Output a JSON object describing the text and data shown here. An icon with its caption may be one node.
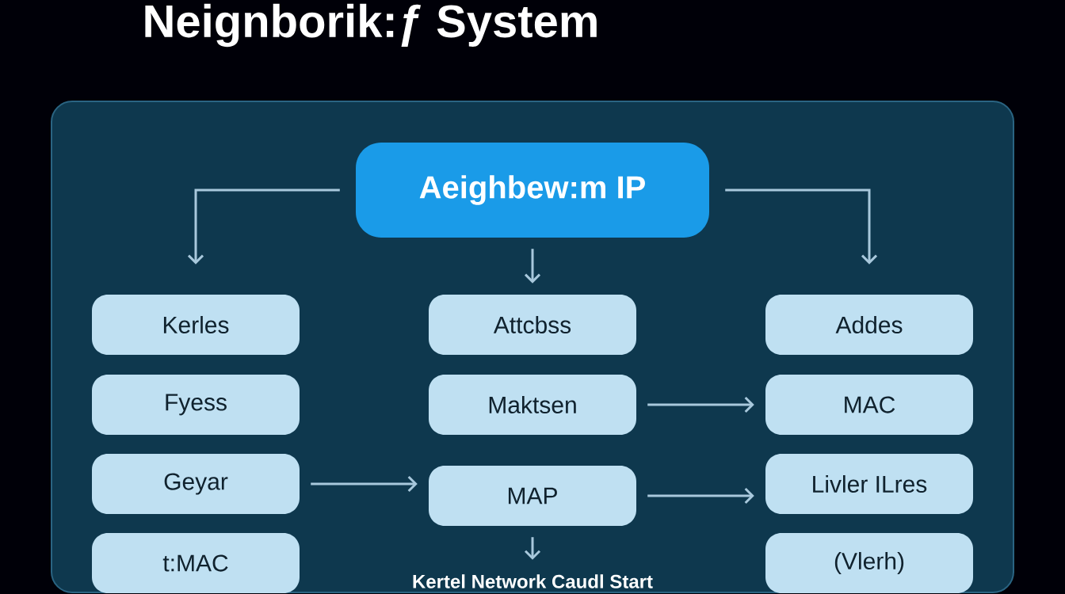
{
  "diagram": {
    "title": "Neignborik:ƒ System",
    "nodes": [
      {
        "text": [],
        "shape": "box"
      },
      {
        "text": [
          "Aeighbew:m IP"
        ],
        "in": 0
      },
      {
        "text": [
          "Kerles"
        ],
        "in": 0
      },
      {
        "text": [
          "Attcbss"
        ],
        "in": 0
      },
      {
        "text": [
          "Addes"
        ],
        "in": 0
      },
      {
        "text": [
          "Fyess"
        ],
        "in": 0
      },
      {
        "text": [
          "Maktsen"
        ],
        "in": 0
      },
      {
        "text": [
          "MAC"
        ],
        "in": 0
      },
      {
        "text": [
          "Geyar"
        ],
        "in": 0
      },
      {
        "text": [
          "MAP"
        ],
        "in": 0
      },
      {
        "text": [
          "Livler ILres"
        ],
        "in": 0
      },
      {
        "text": [
          "t:MAC"
        ],
        "in": 0
      },
      {
        "text": [
          "(Vlerh)"
        ],
        "in": 0
      },
      {
        "text": [
          "Kertel Network Caudl Start"
        ],
        "in": 0
      }
    ],
    "edges": [
      {
        "from": 1,
        "to": 2,
        "arrow": "to"
      },
      {
        "from": 1,
        "to": 3,
        "arrow": "to"
      },
      {
        "from": 1,
        "to": 4,
        "arrow": "to"
      },
      {
        "from": 6,
        "to": 7,
        "arrow": "to"
      },
      {
        "from": 8,
        "to": 9,
        "arrow": "to"
      },
      {
        "from": 9,
        "to": 10,
        "arrow": "to"
      },
      {
        "from": 9,
        "to": 13,
        "arrow": "to"
      }
    ]
  }
}
